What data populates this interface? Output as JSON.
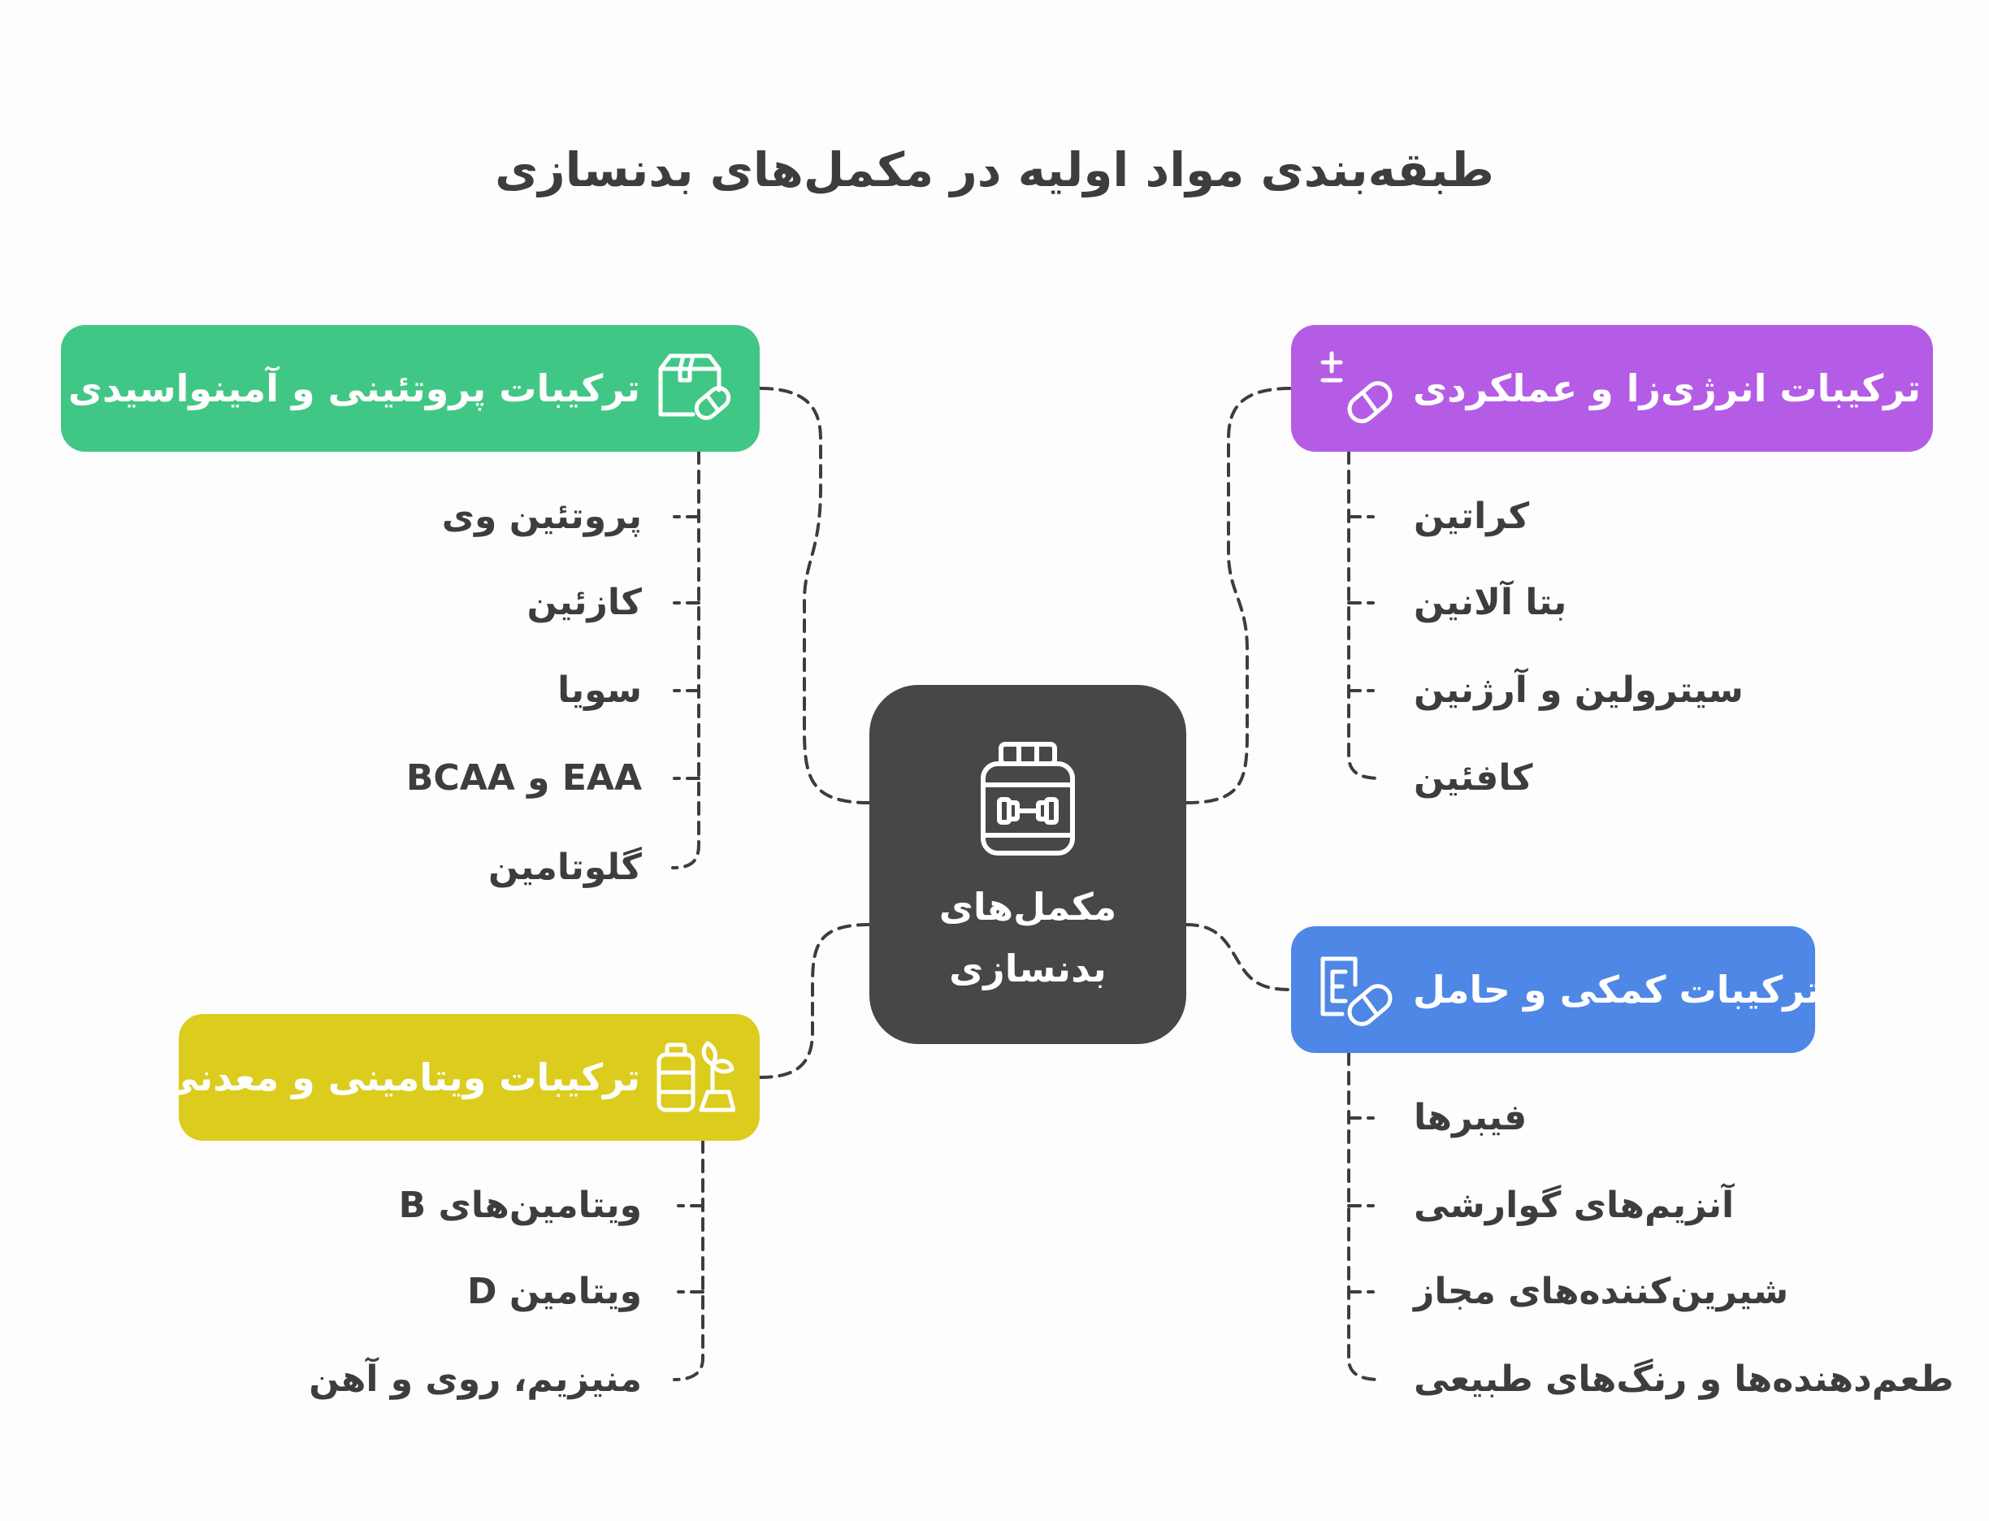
{
  "title": "طبقه‌بندی مواد اولیه در مکمل‌های بدنسازی",
  "center": {
    "line1": "مکمل‌های",
    "line2": "بدنسازی",
    "icon": "supplement-jar-icon"
  },
  "colors": {
    "protein": "#41c785",
    "energy": "#b55ce6",
    "vitamin": "#dccc1e",
    "auxiliary": "#4e87e6",
    "center": "#474747",
    "text": "#3d3d3d"
  },
  "categories": {
    "protein": {
      "label": "ترکیبات پروتئینی و آمینواسیدی",
      "icon": "box-pill-icon",
      "items": [
        "پروتئین وی",
        "کازئین",
        "سویا",
        "EAA و BCAA",
        "گلوتامین"
      ]
    },
    "energy": {
      "label": "ترکیبات انرژی‌زا و عملکردی",
      "icon": "pill-plus-minus-icon",
      "items": [
        "کراتین",
        "بتا آلانین",
        "سیترولین و آرژنین",
        "کافئین"
      ]
    },
    "vitamin": {
      "label": "ترکیبات ویتامینی و معدنی",
      "icon": "bottle-leaf-icon",
      "items": [
        "ویتامین‌های B",
        "ویتامین D",
        "منیزیم، روی و آهن"
      ]
    },
    "auxiliary": {
      "label": "ترکیبات کمکی و حامل",
      "icon": "e-number-pill-icon",
      "items": [
        "فیبرها",
        "آنزیم‌های گوارشی",
        "شیرین‌کننده‌های مجاز",
        "طعم‌دهنده‌ها و رنگ‌های طبیعی"
      ]
    }
  }
}
